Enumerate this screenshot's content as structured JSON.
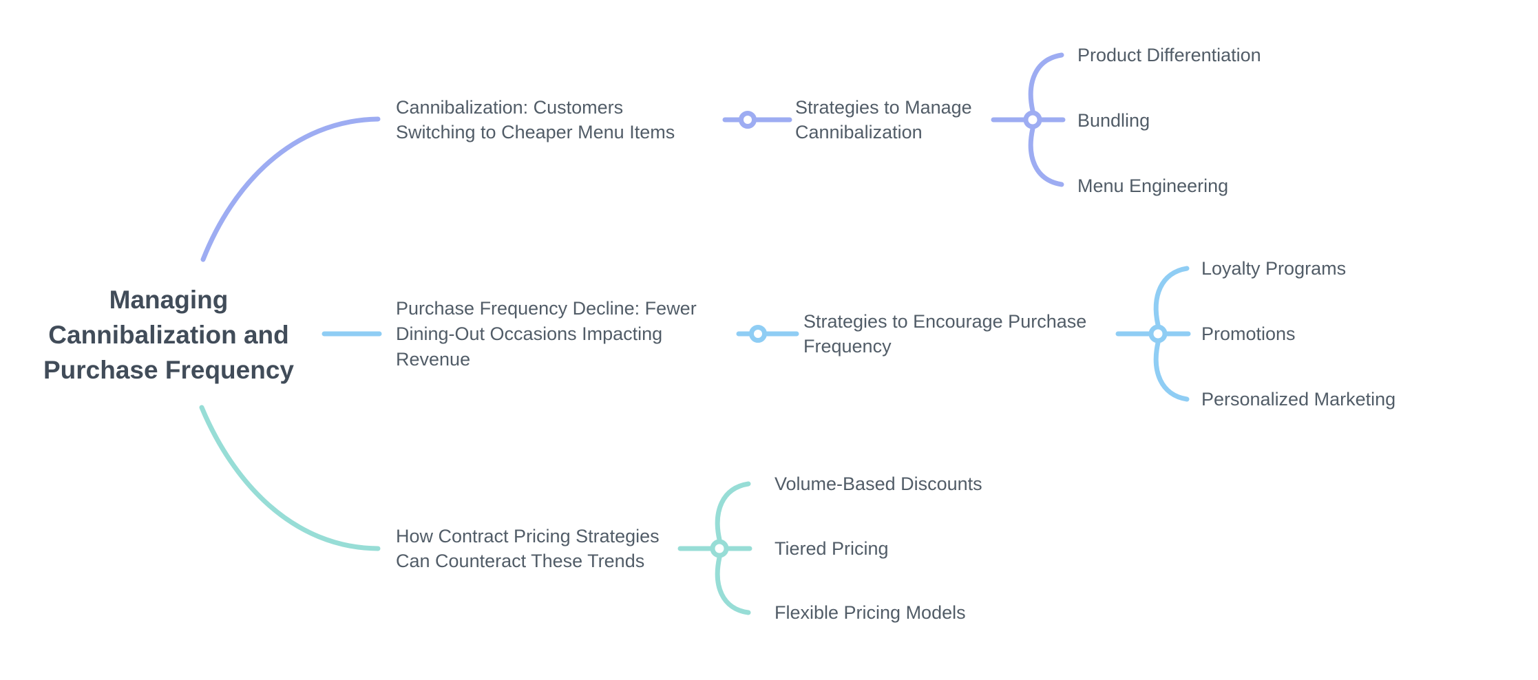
{
  "root": {
    "label": "Managing\nCannibalization and\nPurchase Frequency"
  },
  "branches": [
    {
      "label": "Cannibalization: Customers\nSwitching to Cheaper Menu Items",
      "color": "#9dacf2",
      "subtopic": {
        "label": "Strategies to Manage\nCannibalization",
        "children": [
          "Product Differentiation",
          "Bundling",
          "Menu Engineering"
        ]
      }
    },
    {
      "label": "Purchase Frequency Decline: Fewer\nDining-Out Occasions Impacting\nRevenue",
      "color": "#8fcdf4",
      "subtopic": {
        "label": "Strategies to Encourage Purchase\nFrequency",
        "children": [
          "Loyalty Programs",
          "Promotions",
          "Personalized Marketing"
        ]
      }
    },
    {
      "label": "How Contract Pricing Strategies\nCan Counteract These Trends",
      "color": "#97ddd6",
      "children": [
        "Volume-Based Discounts",
        "Tiered Pricing",
        "Flexible Pricing Models"
      ]
    }
  ],
  "colors": {
    "branch1": "#9dacf2",
    "branch2": "#8fcdf4",
    "branch3": "#97ddd6",
    "root_text": "#414c59",
    "topic_text": "#515c67",
    "background": "#ffffff"
  }
}
